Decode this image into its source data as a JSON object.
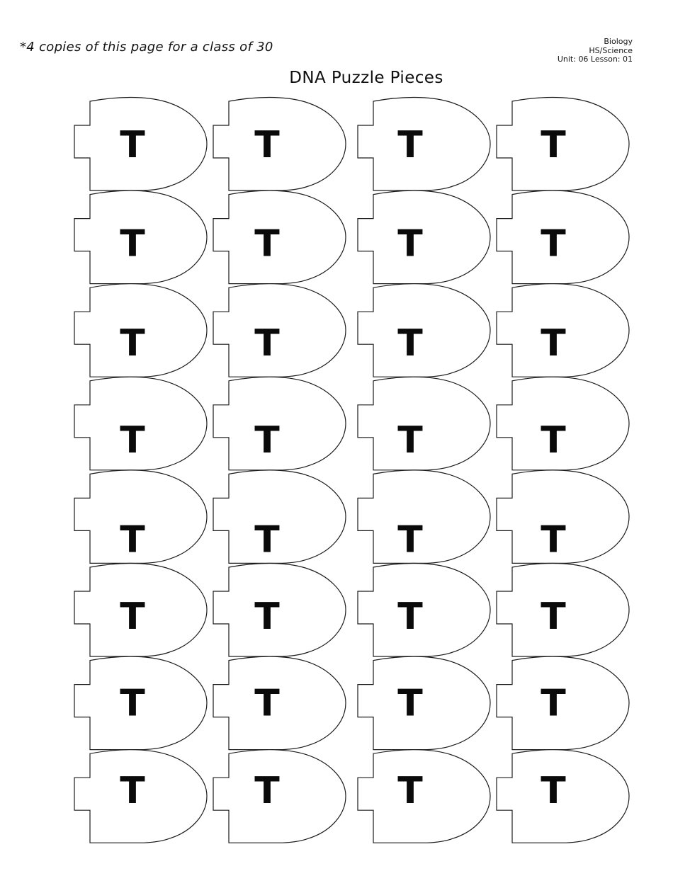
{
  "header": {
    "note": "*4 copies of this page for a class of 30",
    "meta_lines": [
      "Biology",
      "HS/Science",
      "Unit: 06 Lesson: 01"
    ]
  },
  "title": "DNA Puzzle Pieces",
  "puzzle": {
    "description": "grid of identical DNA nucleotide puzzle pieces",
    "nucleotide_letter": "T",
    "rows": 8,
    "columns": 4,
    "piece_count": 32,
    "letters": [
      [
        "T",
        "T",
        "T",
        "T"
      ],
      [
        "T",
        "T",
        "T",
        "T"
      ],
      [
        "T",
        "T",
        "T",
        "T"
      ],
      [
        "T",
        "T",
        "T",
        "T"
      ],
      [
        "T",
        "T",
        "T",
        "T"
      ],
      [
        "T",
        "T",
        "T",
        "T"
      ],
      [
        "T",
        "T",
        "T",
        "T"
      ],
      [
        "T",
        "T",
        "T",
        "T"
      ]
    ]
  }
}
